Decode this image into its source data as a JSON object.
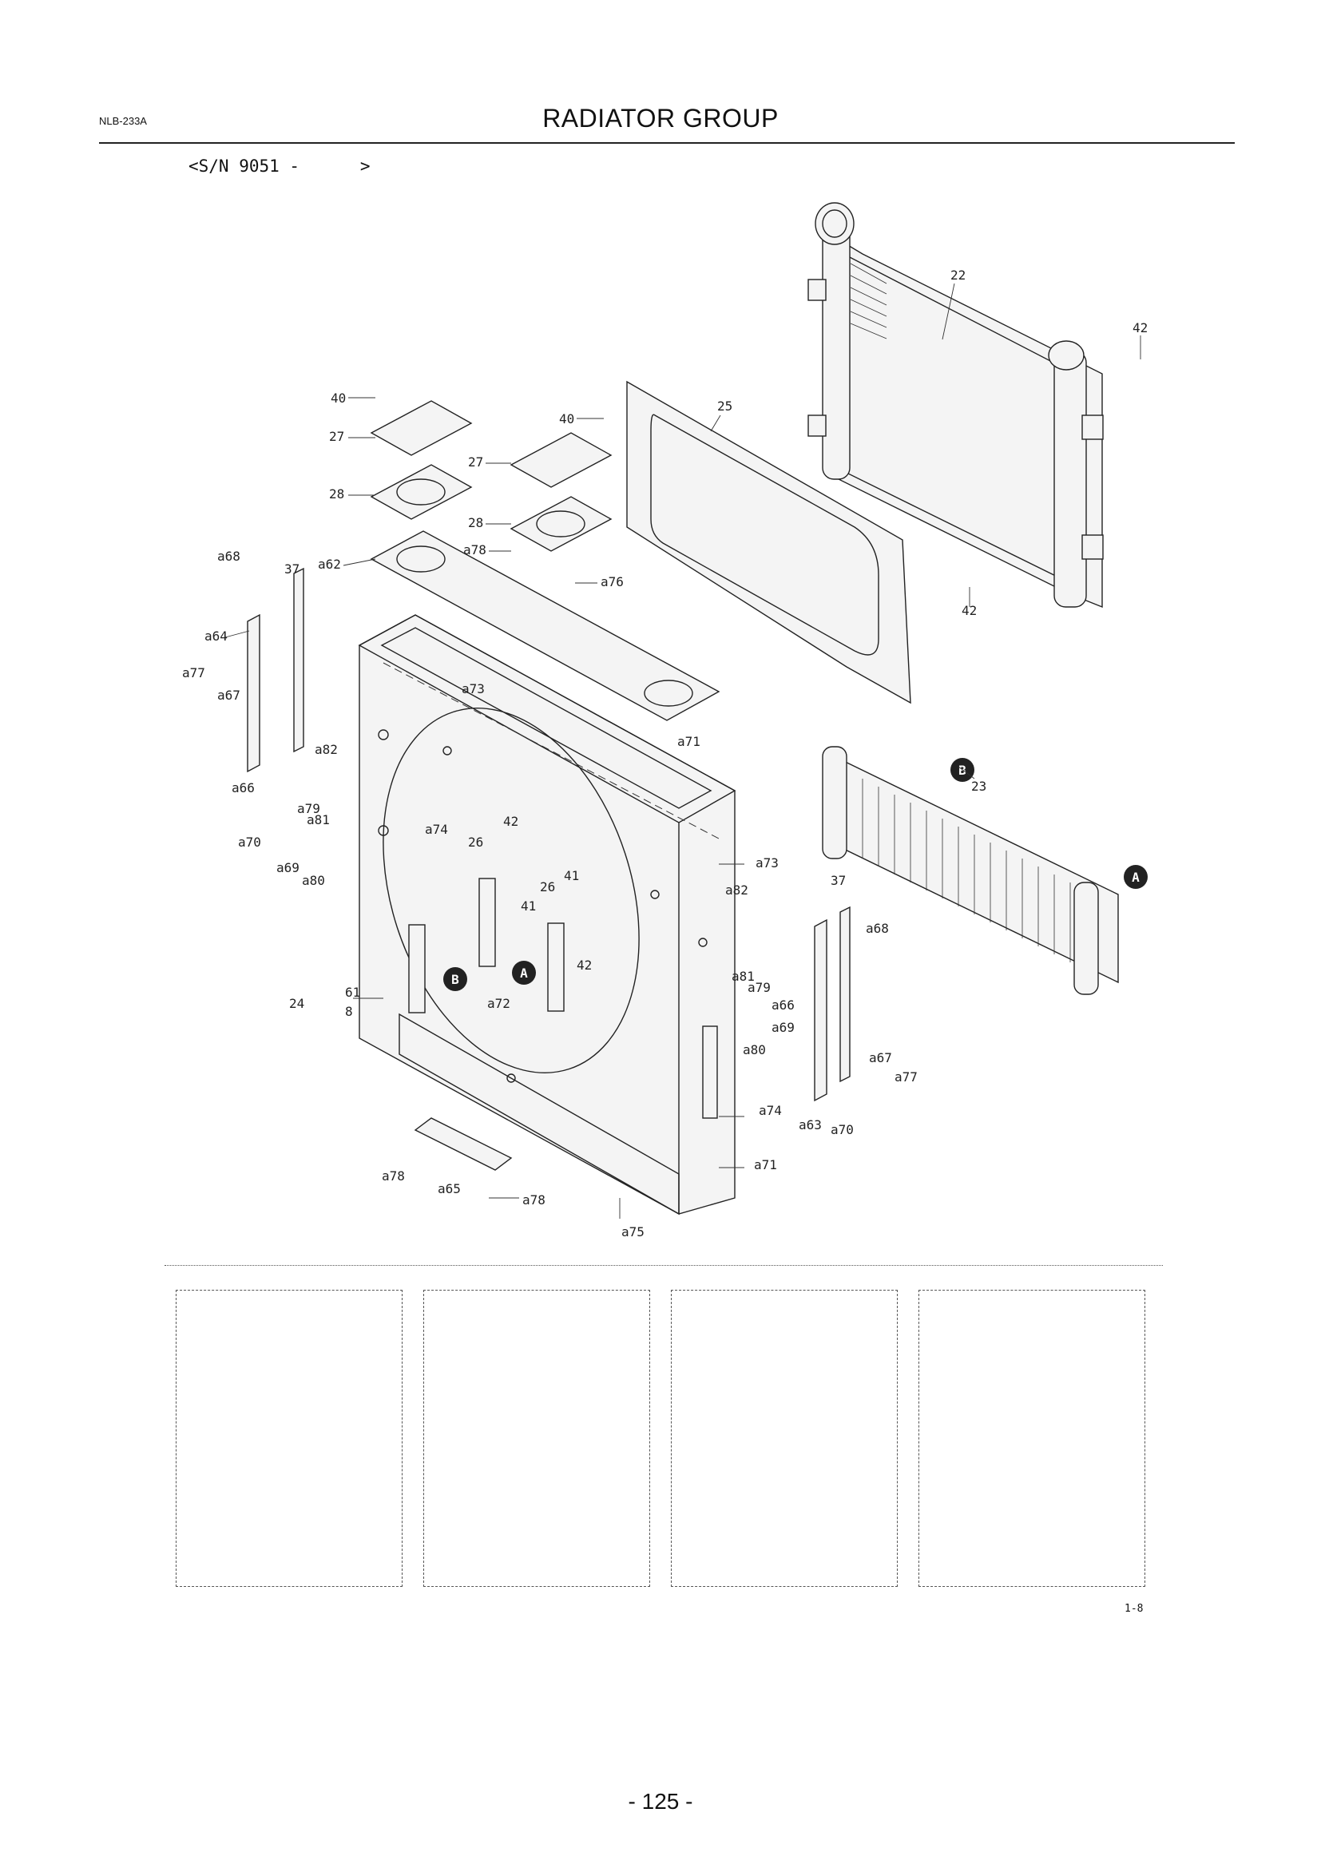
{
  "header": {
    "doc_code": "NLB-233A",
    "title": "RADIATOR GROUP",
    "serial_range": "<S/N 9051 -      >"
  },
  "diagram": {
    "labels": {
      "l22": "22",
      "l42a": "42",
      "l40a": "40",
      "l40b": "40",
      "l27a": "27",
      "l27b": "27",
      "l28a": "28",
      "l28b": "28",
      "l25": "25",
      "l62": "a62",
      "l68a": "a68",
      "l37a": "37",
      "l78a": "a78",
      "l76": "a76",
      "l64": "a64",
      "l42b": "42",
      "l77a": "a77",
      "l67a": "a67",
      "l73a": "a73",
      "l71a": "a71",
      "l82a": "a82",
      "l66a": "a66",
      "l79a": "a79",
      "l81a": "a81",
      "l70a": "a70",
      "l69a": "a69",
      "l80a": "a80",
      "l74a": "a74",
      "l26a": "26",
      "l42c": "42",
      "l41a": "41",
      "l26b": "26",
      "l41b": "41",
      "l42d": "42",
      "l61": "61",
      "l24": "24",
      "l8": "8",
      "l72": "a72",
      "l73b": "a73",
      "l23": "23",
      "l37b": "37",
      "l82b": "a82",
      "l68b": "a68",
      "l81b": "a81",
      "l79b": "a79",
      "l66b": "a66",
      "l69b": "a69",
      "l80b": "a80",
      "l67b": "a67",
      "l77b": "a77",
      "l74b": "a74",
      "l63": "a63",
      "l70b": "a70",
      "l71b": "a71",
      "l78b": "a78",
      "l65": "a65",
      "l78c": "a78",
      "l75": "a75",
      "calloutA1": "A",
      "calloutB1": "B",
      "calloutA2": "A",
      "calloutB2": "B"
    }
  },
  "footer": {
    "figure_code": "1-8",
    "page_number": "- 125 -"
  }
}
